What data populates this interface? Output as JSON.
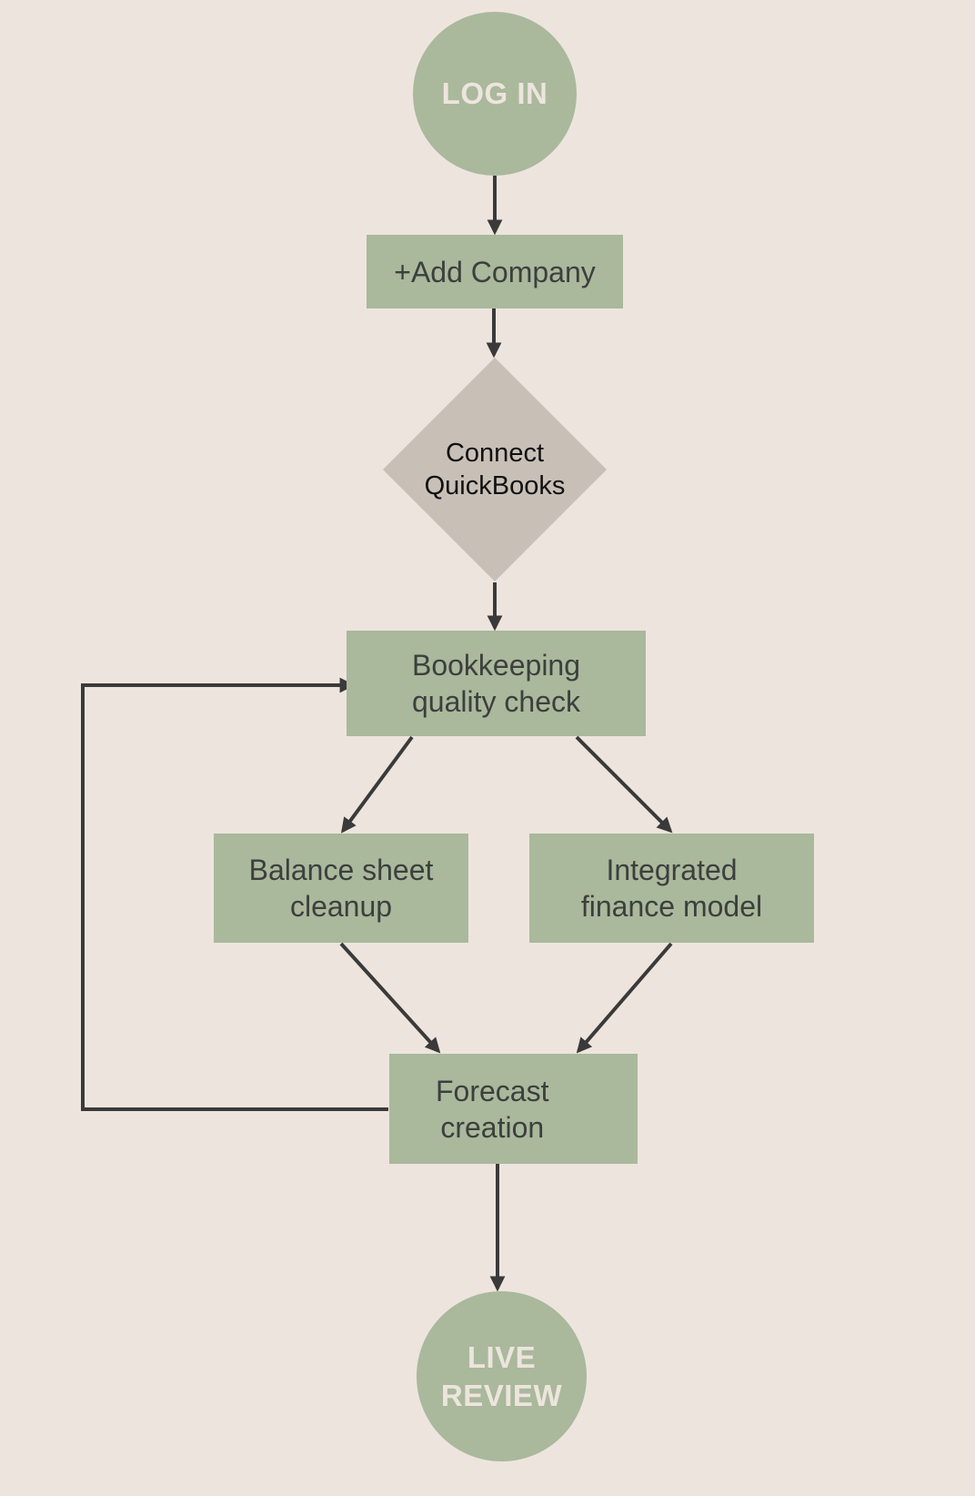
{
  "diagram": {
    "title": "Onboarding flow",
    "colors": {
      "background": "#ede5dd",
      "process": "#aab89c",
      "decision": "#c8c0b7",
      "terminal_text": "#ede5dd",
      "text": "#3d3f3d",
      "edge": "#3a3a3a"
    },
    "nodes": [
      {
        "id": "login",
        "type": "terminal",
        "label": "LOG IN"
      },
      {
        "id": "add_company",
        "type": "process",
        "label": "+Add Company"
      },
      {
        "id": "connect_qb",
        "type": "decision",
        "label": "Connect\nQuickBooks"
      },
      {
        "id": "bookkeeping",
        "type": "process",
        "label": "Bookkeeping\nquality check"
      },
      {
        "id": "balance",
        "type": "process",
        "label": "Balance sheet\ncleanup"
      },
      {
        "id": "integrated",
        "type": "process",
        "label": "Integrated\nfinance model"
      },
      {
        "id": "forecast",
        "type": "process",
        "label": "Forecast\ncreation"
      },
      {
        "id": "live_review",
        "type": "terminal",
        "label": "LIVE\nREVIEW"
      }
    ],
    "edges": [
      {
        "from": "login",
        "to": "add_company"
      },
      {
        "from": "add_company",
        "to": "connect_qb"
      },
      {
        "from": "connect_qb",
        "to": "bookkeeping"
      },
      {
        "from": "bookkeeping",
        "to": "balance"
      },
      {
        "from": "bookkeeping",
        "to": "integrated"
      },
      {
        "from": "balance",
        "to": "forecast"
      },
      {
        "from": "integrated",
        "to": "forecast"
      },
      {
        "from": "forecast",
        "to": "bookkeeping",
        "kind": "loop-back"
      },
      {
        "from": "forecast",
        "to": "live_review"
      }
    ]
  }
}
